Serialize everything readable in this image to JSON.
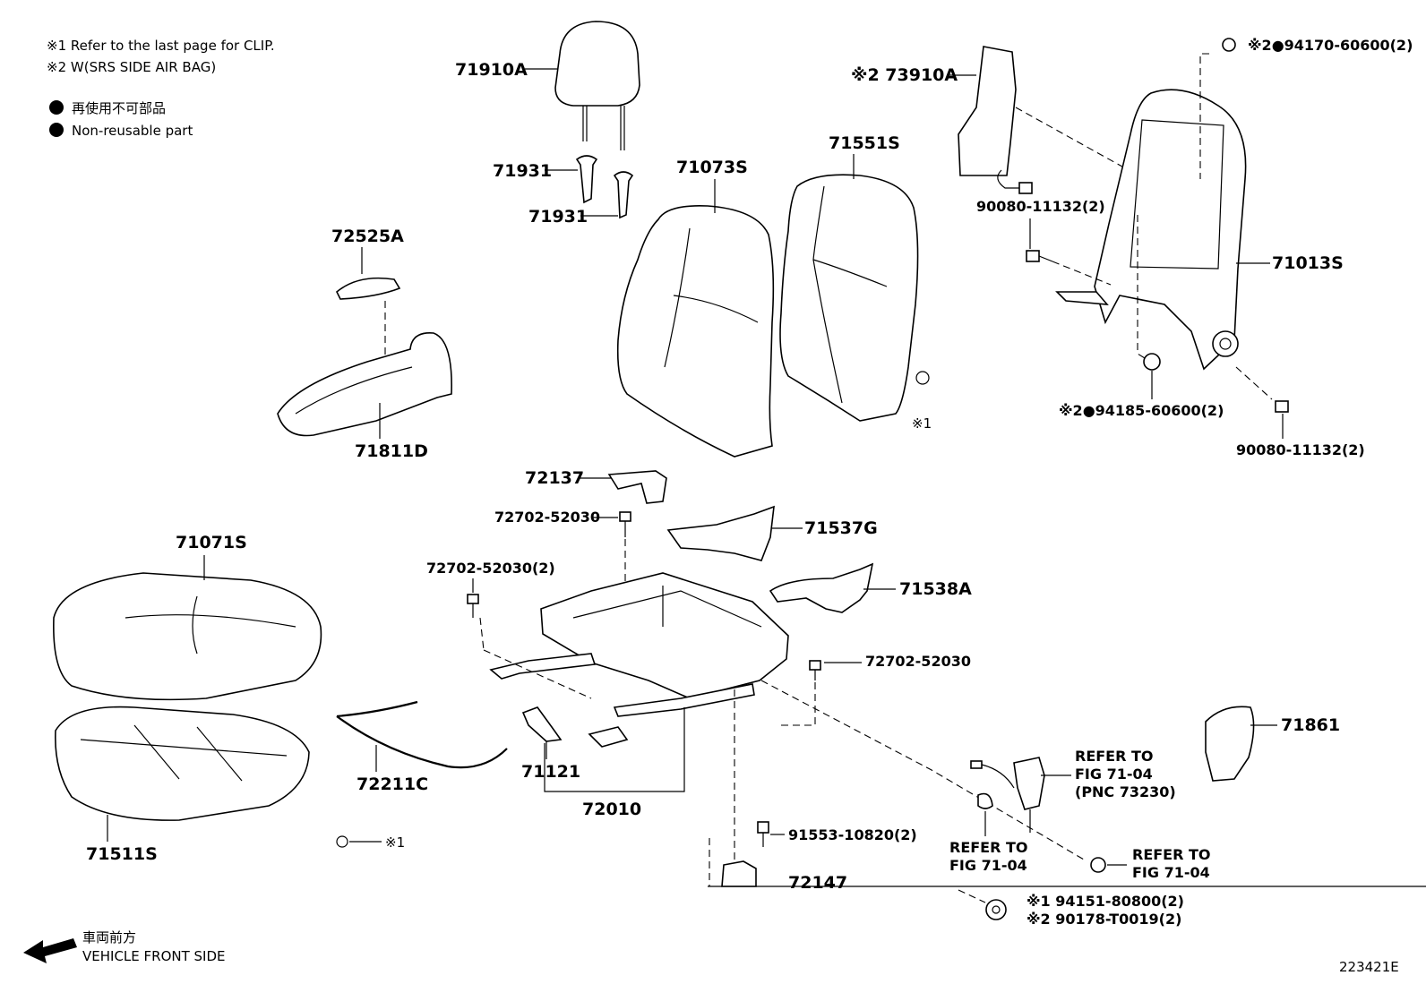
{
  "notes": {
    "note1": "※1 Refer to the last page for CLIP.",
    "note2": "※2 W(SRS SIDE AIR BAG)",
    "legend_jp": "再使用不可部品",
    "legend_en": "Non-reusable part"
  },
  "labels": {
    "p71910A": "71910A",
    "p71931a": "71931",
    "p71931b": "71931",
    "p71073S": "71073S",
    "p71551S": "71551S",
    "p73910A": "※2 73910A",
    "p94170": "※2●94170-60600(2)",
    "p90080a": "90080-11132(2)",
    "p71013S": "71013S",
    "p94185": "※2●94185-60600(2)",
    "p90080b": "90080-11132(2)",
    "p72525A": "72525A",
    "p71811D": "71811D",
    "p72137": "72137",
    "p72702a": "72702-52030",
    "p71537G": "71537G",
    "p71071S": "71071S",
    "p72702b": "72702-52030(2)",
    "p71538A": "71538A",
    "p72702c": "72702-52030",
    "p71861": "71861",
    "p71121": "71121",
    "p72211C": "72211C",
    "p72010": "72010",
    "p71511S": "71511S",
    "p91553": "91553-10820(2)",
    "p72147": "72147",
    "clip1a": "※1",
    "clip1b": "※1",
    "ref1_l1": "REFER TO",
    "ref1_l2": "FIG 71-04",
    "ref1_l3": "(PNC 73230)",
    "ref2_l1": "REFER TO",
    "ref2_l2": "FIG 71-04",
    "ref3_l1": "REFER TO",
    "ref3_l2": "FIG 71-04",
    "p94151": "※1 94151-80800(2)",
    "p90178": "※2 90178-T0019(2)"
  },
  "footer": {
    "front_jp": "車両前方",
    "front_en": "VEHICLE FRONT SIDE",
    "figure_id": "223421E"
  }
}
